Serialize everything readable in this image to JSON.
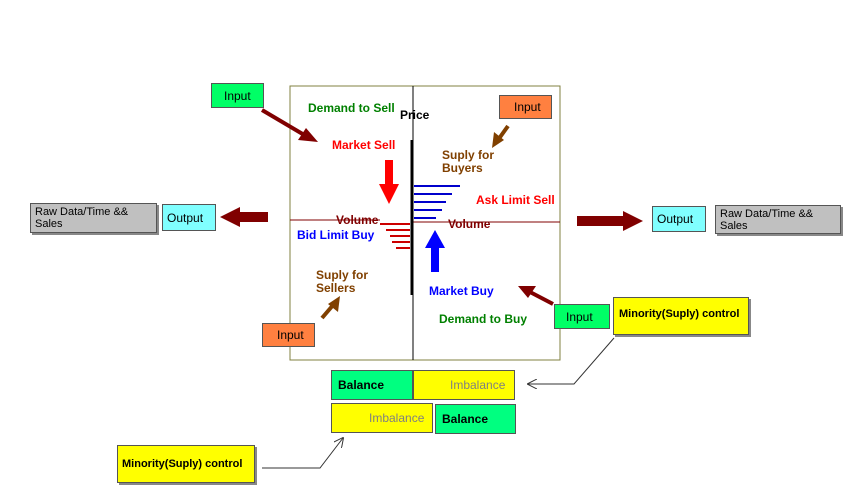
{
  "colors": {
    "green_box": "#00ff66",
    "orange_box": "#ff8040",
    "cyan_box": "#80ffff",
    "gray_box": "#c0c0c0",
    "yellow_box": "#ffff00",
    "balance_green": "#00ff80",
    "dark_red_arrow": "#800000",
    "brown_arrow": "#804000",
    "sell_red": "#ff0000",
    "buy_blue": "#0000ff",
    "text_green": "#008000",
    "text_brown": "#804000",
    "frame": "#808040"
  },
  "inputs": {
    "top_left": "Input",
    "top_right": "Input",
    "bottom_left": "Input",
    "bottom_right": "Input"
  },
  "quadrants": {
    "demand_to_sell": "Demand to Sell",
    "price": "Price",
    "market_sell": "Market Sell",
    "suply_for_buyers_1": "Suply for",
    "suply_for_buyers_2": "Buyers",
    "ask_limit_sell": "Ask Limit Sell",
    "volume_left": "Volume",
    "volume_right": "Volume",
    "bid_limit_buy": "Bid Limit Buy",
    "suply_for_sellers_1": "Suply for",
    "suply_for_sellers_2": "Sellers",
    "market_buy": "Market Buy",
    "demand_to_buy": "Demand to Buy"
  },
  "outputs": {
    "left_raw": "Raw Data/Time && Sales",
    "left_output": "Output",
    "right_output": "Output",
    "right_raw": "Raw Data/Time && Sales"
  },
  "balance_grid": {
    "row1_balance": "Balance",
    "row1_imbalance": "Imbalance",
    "row2_imbalance": "Imbalance",
    "row2_balance": "Balance"
  },
  "minority": {
    "right": "Minority(Suply) control",
    "bottom_left": "Minority(Suply) control"
  }
}
